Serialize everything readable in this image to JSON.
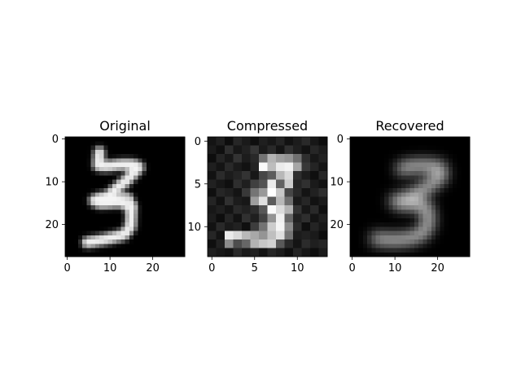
{
  "chart_data": [
    {
      "type": "heatmap",
      "title": "Original",
      "colormap": "gray",
      "shape": [
        28,
        28
      ],
      "xticks": [
        "0",
        "10",
        "20"
      ],
      "yticks": [
        "0",
        "10",
        "20"
      ],
      "xlim": [
        -0.5,
        27.5
      ],
      "ylim": [
        27.5,
        -0.5
      ],
      "glyph": {
        "color": "#f4f4f4",
        "blur_px": 0.5,
        "strokes": [
          {
            "path": [
              [
                7.5,
                3.0
              ],
              [
                7.2,
                6.2
              ],
              [
                9.0,
                6.4
              ],
              [
                13.0,
                5.9
              ],
              [
                15.5,
                6.0
              ],
              [
                16.8,
                6.6
              ],
              [
                14.0,
                9.5
              ],
              [
                11.0,
                12.0
              ],
              [
                9.5,
                13.5
              ],
              [
                7.4,
                13.8
              ],
              [
                6.2,
                14.4
              ],
              [
                7.6,
                15.0
              ],
              [
                12.5,
                14.7
              ],
              [
                15.0,
                16.0
              ],
              [
                14.8,
                20.5
              ],
              [
                13.2,
                22.4
              ],
              [
                9.0,
                23.4
              ],
              [
                4.6,
                24.2
              ]
            ],
            "width": 2.5
          },
          {
            "path": [
              [
                13.5,
                13.5
              ],
              [
                9.0,
                14.5
              ]
            ],
            "width": 1.8
          },
          {
            "path": [
              [
                14.5,
                13.5
              ],
              [
                15.2,
                15.5
              ]
            ],
            "width": 1.5
          }
        ]
      }
    },
    {
      "type": "heatmap",
      "title": "Compressed",
      "colormap": "gray",
      "shape": [
        14,
        14
      ],
      "xticks": [
        "0",
        "5",
        "10"
      ],
      "yticks": [
        "0",
        "5",
        "10"
      ],
      "xlim": [
        -0.5,
        13.5
      ],
      "ylim": [
        13.5,
        -0.5
      ],
      "values": [
        [
          0.08,
          0.12,
          0.05,
          0.15,
          0.1,
          0.06,
          0.12,
          0.09,
          0.14,
          0.07,
          0.11,
          0.16,
          0.09,
          0.05
        ],
        [
          0.1,
          0.06,
          0.18,
          0.09,
          0.13,
          0.21,
          0.1,
          0.16,
          0.08,
          0.19,
          0.12,
          0.07,
          0.15,
          0.11
        ],
        [
          0.05,
          0.14,
          0.09,
          0.2,
          0.11,
          0.16,
          0.45,
          0.7,
          0.62,
          0.58,
          0.44,
          0.18,
          0.09,
          0.13
        ],
        [
          0.12,
          0.08,
          0.16,
          0.1,
          0.07,
          0.14,
          0.98,
          0.74,
          0.92,
          0.95,
          0.65,
          0.22,
          0.14,
          0.08
        ],
        [
          0.07,
          0.17,
          0.11,
          0.14,
          0.2,
          0.09,
          0.28,
          0.36,
          0.72,
          0.85,
          0.18,
          0.11,
          0.06,
          0.15
        ],
        [
          0.13,
          0.09,
          0.06,
          0.18,
          0.12,
          0.25,
          0.32,
          0.92,
          0.38,
          0.8,
          0.14,
          0.19,
          0.1,
          0.07
        ],
        [
          0.06,
          0.15,
          0.12,
          0.08,
          0.22,
          0.46,
          0.6,
          1.0,
          0.78,
          0.28,
          0.16,
          0.08,
          0.13,
          0.18
        ],
        [
          0.14,
          0.07,
          0.19,
          0.11,
          0.09,
          0.62,
          0.88,
          0.36,
          0.72,
          0.44,
          0.1,
          0.15,
          0.07,
          0.1
        ],
        [
          0.09,
          0.12,
          0.08,
          0.16,
          0.13,
          0.18,
          0.34,
          0.98,
          0.86,
          0.7,
          0.2,
          0.09,
          0.16,
          0.06
        ],
        [
          0.11,
          0.05,
          0.14,
          0.07,
          0.19,
          0.12,
          0.26,
          0.58,
          0.94,
          0.4,
          0.13,
          0.18,
          0.08,
          0.12
        ],
        [
          0.07,
          0.16,
          0.1,
          0.13,
          0.06,
          0.24,
          0.45,
          0.8,
          0.96,
          0.55,
          0.17,
          0.06,
          0.14,
          0.09
        ],
        [
          0.15,
          0.08,
          0.92,
          0.85,
          0.72,
          0.66,
          0.58,
          0.75,
          0.88,
          0.46,
          0.11,
          0.13,
          0.1,
          0.05
        ],
        [
          0.06,
          0.13,
          0.55,
          0.3,
          0.4,
          0.7,
          0.78,
          0.82,
          0.35,
          0.16,
          0.08,
          0.17,
          0.12,
          0.14
        ],
        [
          0.12,
          0.09,
          0.07,
          0.16,
          0.1,
          0.13,
          0.08,
          0.15,
          0.11,
          0.06,
          0.14,
          0.09,
          0.05,
          0.1
        ]
      ]
    },
    {
      "type": "heatmap",
      "title": "Recovered",
      "colormap": "gray",
      "shape": [
        28,
        28
      ],
      "xticks": [
        "0",
        "10",
        "20"
      ],
      "yticks": [
        "0",
        "10",
        "20"
      ],
      "xlim": [
        -0.5,
        27.5
      ],
      "ylim": [
        27.5,
        -0.5
      ],
      "glyph": {
        "color": "#cfcfcf",
        "blur_px": 1.4,
        "strokes": [
          {
            "path": [
              [
                11.5,
                7.0
              ],
              [
                13.5,
                6.4
              ],
              [
                17.0,
                6.2
              ],
              [
                20.5,
                6.6
              ],
              [
                21.0,
                8.5
              ],
              [
                18.0,
                11.0
              ],
              [
                14.5,
                13.0
              ],
              [
                11.5,
                14.2
              ],
              [
                10.0,
                14.5
              ],
              [
                11.5,
                15.2
              ],
              [
                15.0,
                15.2
              ],
              [
                17.5,
                16.0
              ],
              [
                18.0,
                19.5
              ],
              [
                16.5,
                22.2
              ],
              [
                13.0,
                23.4
              ],
              [
                9.0,
                23.6
              ],
              [
                5.5,
                23.3
              ]
            ],
            "width": 2.6
          }
        ]
      }
    }
  ]
}
